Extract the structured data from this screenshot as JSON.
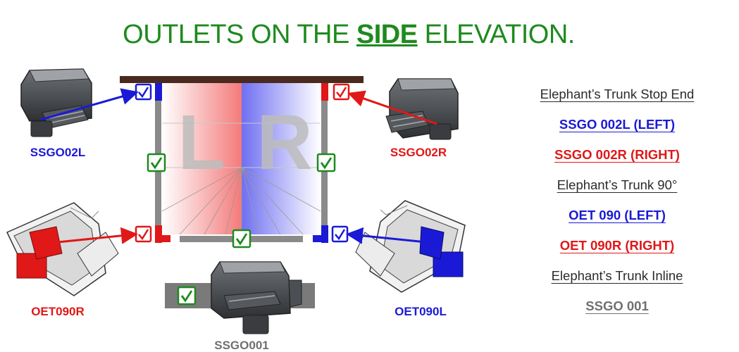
{
  "title": {
    "prefix": "OUTLETS ON THE ",
    "emphasis": "SIDE",
    "suffix": " ELEVATION."
  },
  "diagram": {
    "left_letter": "L",
    "right_letter": "R",
    "colors": {
      "title_green": "#1e8a1e",
      "blue": "#1a1ad6",
      "red": "#e01818",
      "grey": "#707070",
      "roof": "#4a2a1e"
    },
    "labels": {
      "top_left": "SSGO02L",
      "top_right": "SSGO02R",
      "bottom_left": "OET090R",
      "bottom_right": "OET090L",
      "bottom_center": "SSGO001"
    }
  },
  "legend": [
    {
      "text": "Elephant’s Trunk Stop End",
      "style": "hdr"
    },
    {
      "text": "SSGO 002L (LEFT)",
      "style": "blue"
    },
    {
      "text": "SSGO 002R (RIGHT)",
      "style": "red"
    },
    {
      "text": "Elephant’s Trunk 90°",
      "style": "hdr"
    },
    {
      "text": "OET 090 (LEFT)",
      "style": "blue"
    },
    {
      "text": "OET 090R (RIGHT)",
      "style": "red"
    },
    {
      "text": "Elephant’s Trunk Inline",
      "style": "hdr"
    },
    {
      "text": "SSGO 001",
      "style": "grey"
    }
  ]
}
